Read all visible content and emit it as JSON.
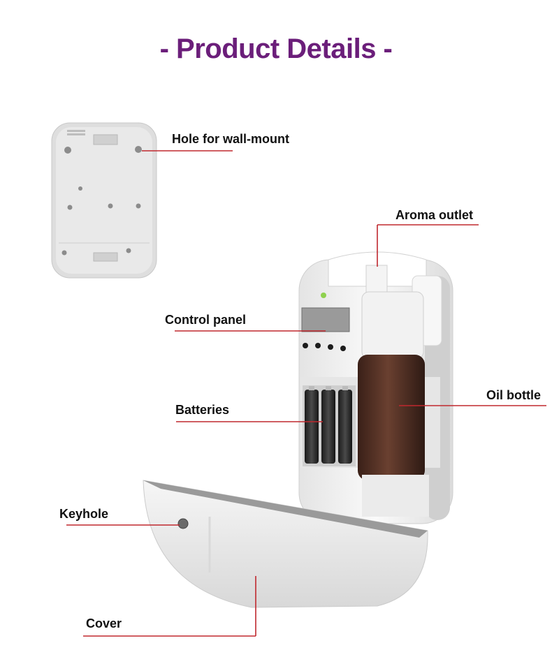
{
  "header": {
    "title": "- Product Details -"
  },
  "colors": {
    "title": "#6b1e7a",
    "leader_line": "#c0282e",
    "device_body": "#f2f2f2",
    "oil_bottle": "#4a2a20"
  },
  "callouts": {
    "wall_mount": "Hole for wall-mount",
    "aroma_outlet": "Aroma outlet",
    "control_panel": "Control panel",
    "oil_bottle": "Oil bottle",
    "batteries": "Batteries",
    "keyhole": "Keyhole",
    "cover": "Cover"
  }
}
